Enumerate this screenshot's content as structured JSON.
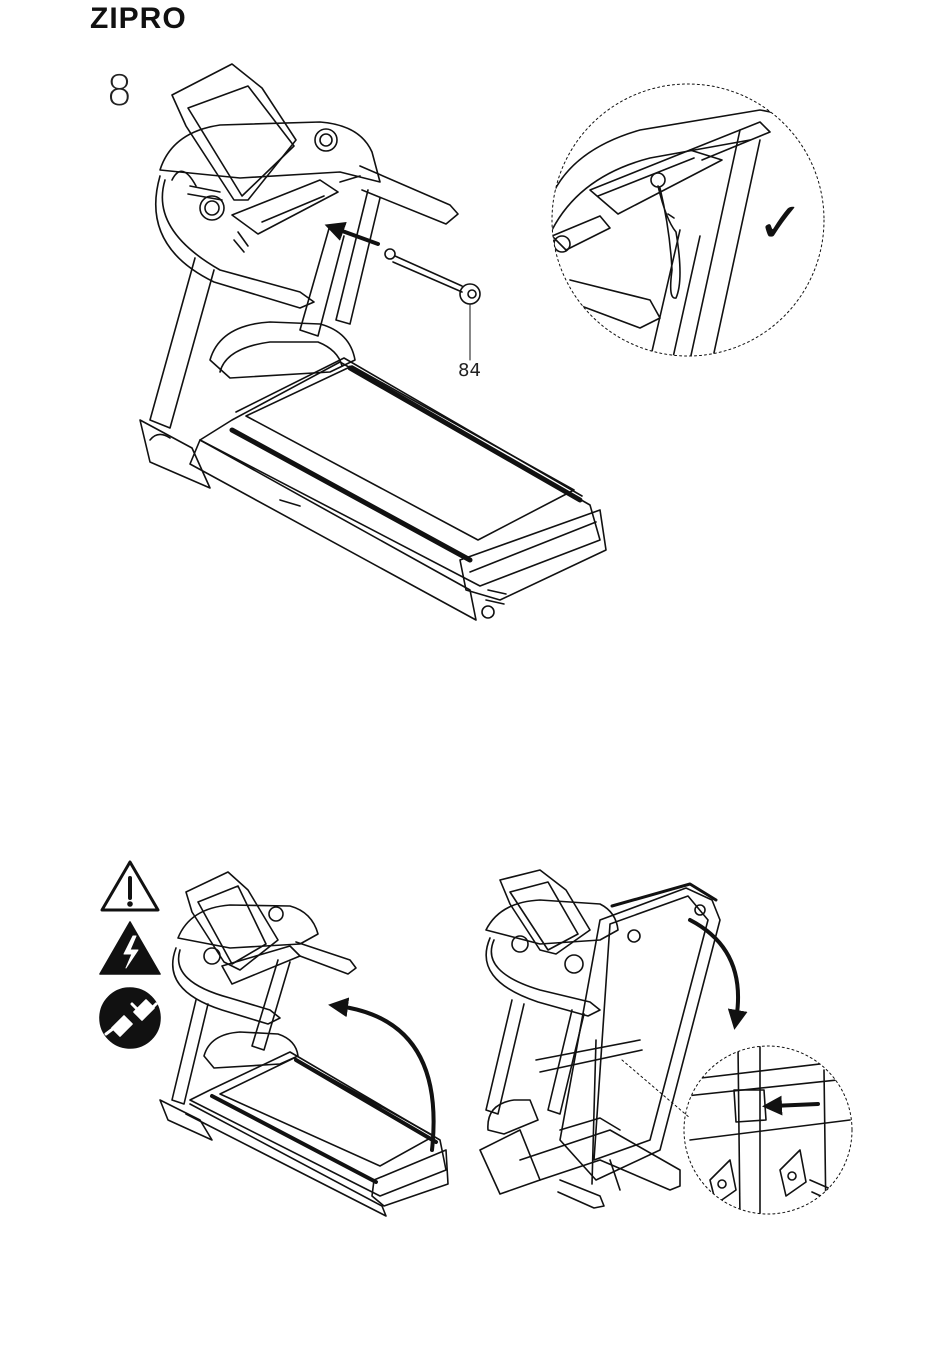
{
  "header": {
    "brand": "ZIPRO"
  },
  "step": {
    "number": "8"
  },
  "figure_top": {
    "part_callout": "84",
    "check_mark": "✓"
  },
  "warnings": [
    {
      "icon": "exclamation-triangle-icon"
    },
    {
      "icon": "electric-hazard-icon"
    },
    {
      "icon": "unplug-icon"
    }
  ]
}
